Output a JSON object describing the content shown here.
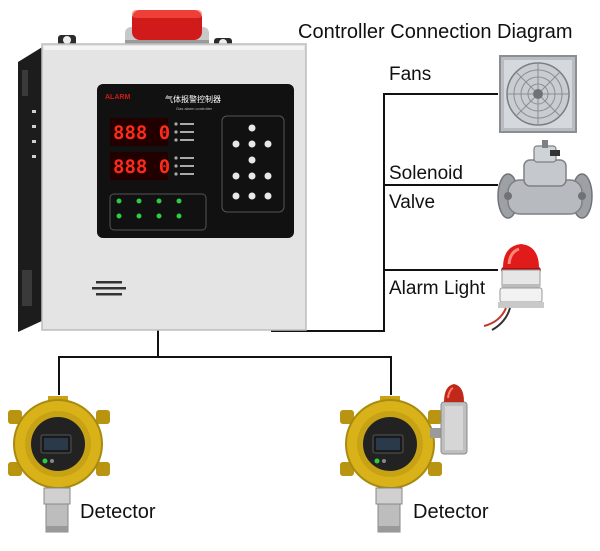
{
  "diagram": {
    "title": "Controller Connection Diagram",
    "outputs": {
      "fans": "Fans",
      "solenoid_line1": "Solenoid",
      "solenoid_line2": "Valve",
      "alarm_light": "Alarm Light"
    },
    "detectors": {
      "left": "Detector",
      "right": "Detector"
    },
    "controller": {
      "brand_text": "气体报警控制器",
      "sub_text": "Gas alarm controller",
      "display1": "888 0",
      "display2": "888 0"
    },
    "colors": {
      "wire": "#111111",
      "cabinet": "#e6e6e6",
      "panel": "#111111",
      "detector_body": "#d9b21a",
      "beacon": "#d11a1a",
      "led_red": "#ff2a1a",
      "led_green": "#2ecc40"
    },
    "icons": [
      "fan-icon",
      "solenoid-valve-icon",
      "alarm-beacon-icon",
      "gas-detector-icon"
    ]
  }
}
